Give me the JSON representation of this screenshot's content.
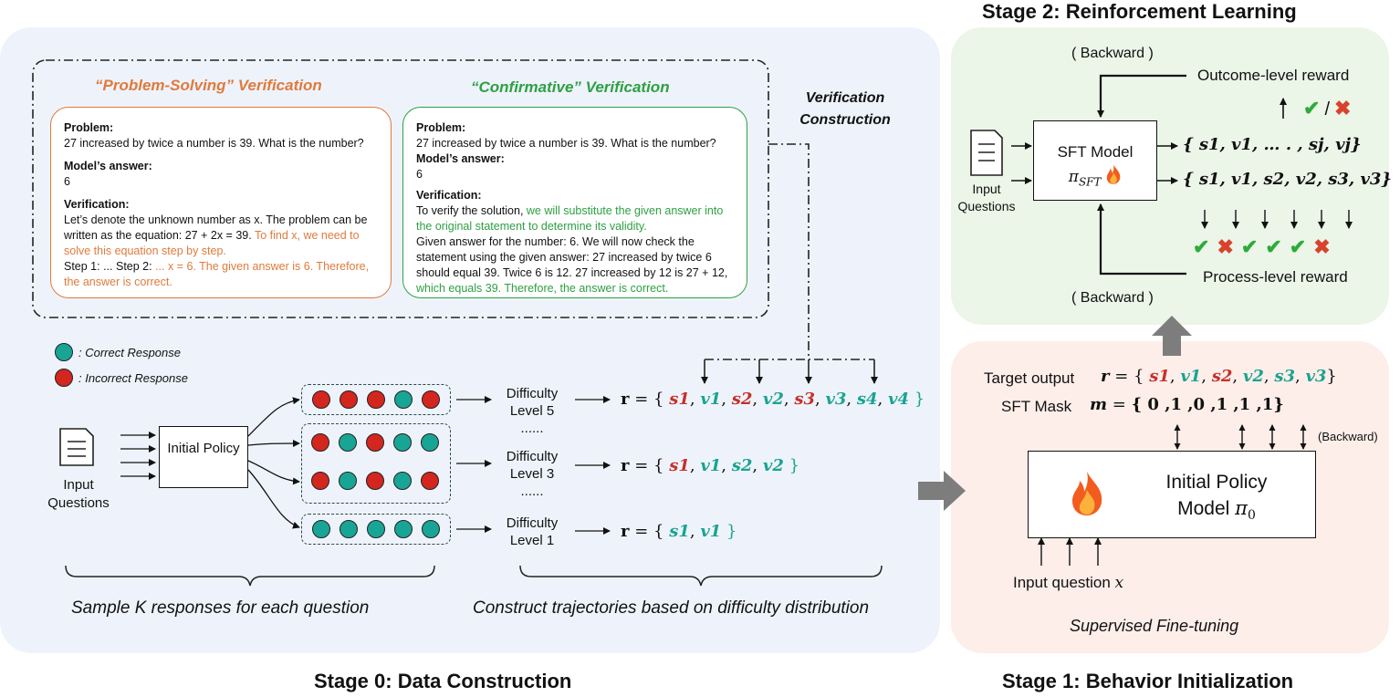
{
  "stage0": {
    "title": "Stage 0:  Data Construction",
    "verification_construction": "Verification Construction",
    "ps_title": "“Problem-Solving” Verification",
    "cf_title": "“Confirmative” Verification",
    "ps_card": {
      "problem_label": "Problem:",
      "problem": "27 increased by twice a number is 39. What is the number?",
      "answer_label": "Model’s answer:",
      "answer": "6",
      "verification_label": "Verification:",
      "v1": "Let’s denote the unknown number as x. The problem can be written as the equation: 27 + 2x = 39. ",
      "v2": "To find x, we need to solve this equation step by step.",
      "v3": "Step 1: ... Step 2: ",
      "v4": "... x = 6. The given answer is 6. Therefore, the answer is correct."
    },
    "cf_card": {
      "problem_label": "Problem:",
      "problem": "27 increased by twice a number is 39. What is the number?",
      "answer_label": "Model’s answer:",
      "answer": "6",
      "verification_label": "Verification:",
      "v1": "To verify the solution, ",
      "v2": "we will substitute the given answer into the original statement to determine its validity.",
      "v3": "Given answer for the number: 6. We will now check the statement using the given answer: 27 increased by twice 6 should equal 39. Twice 6 is 12. 27 increased by 12 is 27 + 12, ",
      "v4": "which equals 39. Therefore, the answer is correct."
    },
    "legend_correct": ": Correct Response",
    "legend_incorrect": ": Incorrect Response",
    "input_questions": "Input Questions",
    "initial_policy": "Initial Policy",
    "difficulty": "Difficulty",
    "level5": "Level 5",
    "level3": "Level 3",
    "level1": "Level 1",
    "dots_sep": "......",
    "sample_caption": "Sample  K  responses for each question",
    "construct_caption": "Construct trajectories based on difficulty distribution"
  },
  "stage1": {
    "title": "Stage 1: Behavior Initialization",
    "target_output": "Target output",
    "sft_mask": "SFT  Mask",
    "mask_values": "{  0  ,1  ,0  ,1  ,1  ,1}",
    "backward": "(Backward)",
    "model_line1": "Initial Policy",
    "model_line2": "Model",
    "input_question": "Input question",
    "caption": "Supervised Fine-tuning"
  },
  "stage2": {
    "title": "Stage 2: Reinforcement Learning",
    "backward": "( Backward )",
    "outcome_reward": "Outcome-level reward",
    "process_reward": "Process-level reward",
    "sft_model": "SFT  Model",
    "input_questions": "Input Questions",
    "seq_outcome": "{ s1, v1, … . , sj, vj}",
    "seq_process": "{ s1, v1, s2, v2, s3, v3}"
  },
  "colors": {
    "correct": "#19a595",
    "incorrect": "#d3261f",
    "orange": "#e07a3c",
    "green": "#2ea043",
    "stage0_bg": "#eef3fb",
    "stage1_bg": "#fdeee9",
    "stage2_bg": "#ebf5e8"
  }
}
